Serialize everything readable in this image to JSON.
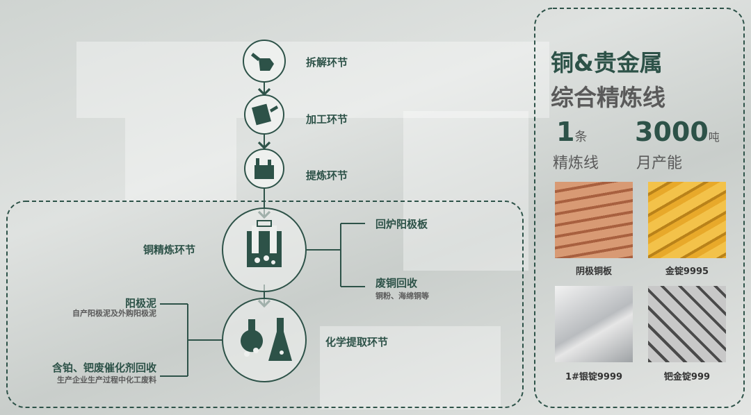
{
  "flow": {
    "steps": [
      "拆解环节",
      "加工环节",
      "提炼环节",
      "铜精炼环节",
      "化学提取环节"
    ],
    "outputs": [
      {
        "title": "回炉阳极板",
        "note": ""
      },
      {
        "title": "废铜回收",
        "note": "铜粉、海绵铜等"
      }
    ],
    "inputs": [
      {
        "title": "阳极泥",
        "note": "自产阳极泥及外购阳极泥"
      },
      {
        "title": "含铂、钯废催化剂回收",
        "note": "生产企业生产过程中化工废料"
      }
    ]
  },
  "panel": {
    "title_line1": "铜&贵金属",
    "title_line2": "综合精炼线",
    "stat1": {
      "value": "1",
      "unit": "条",
      "label": "精炼线"
    },
    "stat2": {
      "value": "3000",
      "unit": "吨",
      "label": "月产能"
    },
    "products": [
      "阴极铜板",
      "金锭9995",
      "1#银锭9999",
      "钯金锭999"
    ]
  },
  "colors": {
    "accent": "#2d5248",
    "text_gray": "#5a5a5a"
  }
}
